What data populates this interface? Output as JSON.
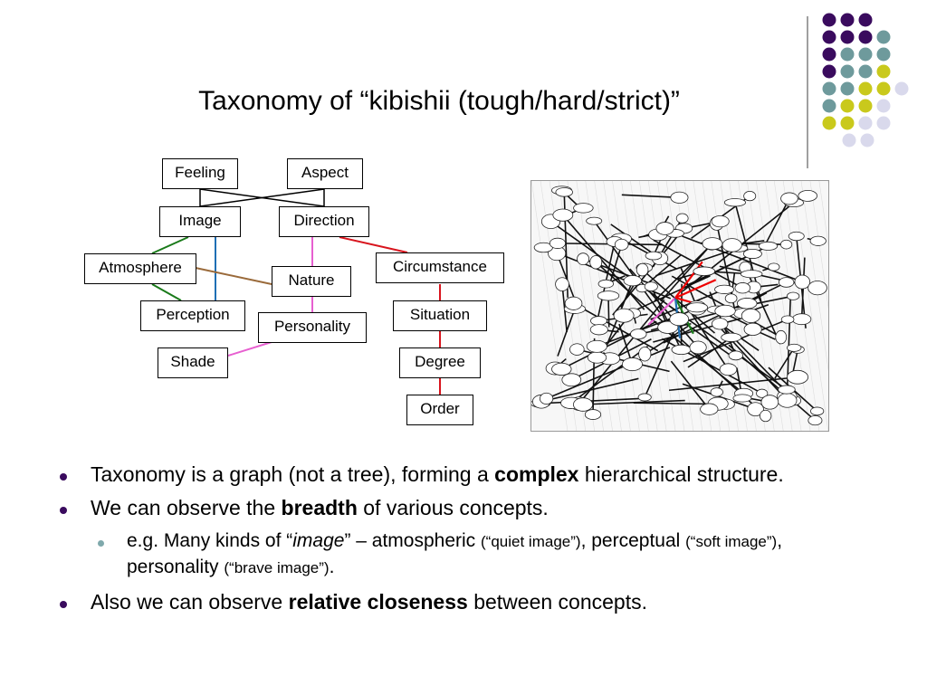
{
  "title": "Taxonomy of “kibishii (tough/hard/strict)”",
  "colors": {
    "purple": "#3a0b5e",
    "teal": "#6e9a9c",
    "yellow": "#c9c91c",
    "lavender": "#d9d9ec",
    "green": "#1a7a1a",
    "blue": "#1f6fb5",
    "brown": "#9a6a3a",
    "pink": "#e75fd0",
    "red": "#d8141d"
  },
  "nodes": {
    "feeling": "Feeling",
    "aspect": "Aspect",
    "image": "Image",
    "direction": "Direction",
    "atmosphere": "Atmosphere",
    "nature": "Nature",
    "circumstance": "Circumstance",
    "perception": "Perception",
    "personality": "Personality",
    "situation": "Situation",
    "shade": "Shade",
    "degree": "Degree",
    "order": "Order"
  },
  "bullets": {
    "b1": {
      "pre": "Taxonomy is a graph (not a tree), forming a ",
      "bold": "complex",
      "post": " hierarchical structure."
    },
    "b2": {
      "pre": "We can observe the ",
      "bold": "breadth",
      "post": " of various concepts."
    },
    "b3": {
      "p1": "e.g. Many kinds of “",
      "italic": "image",
      "p2": "” – atmospheric ",
      "s1": "(“quiet image”)",
      "p3": ", perceptual ",
      "s2": "(“soft image”)",
      "p4": ", personality ",
      "s3": "(“brave image”)",
      "p5": "."
    },
    "b4": {
      "pre": "Also we can observe ",
      "bold": "relative closeness",
      "post": " between concepts."
    }
  }
}
